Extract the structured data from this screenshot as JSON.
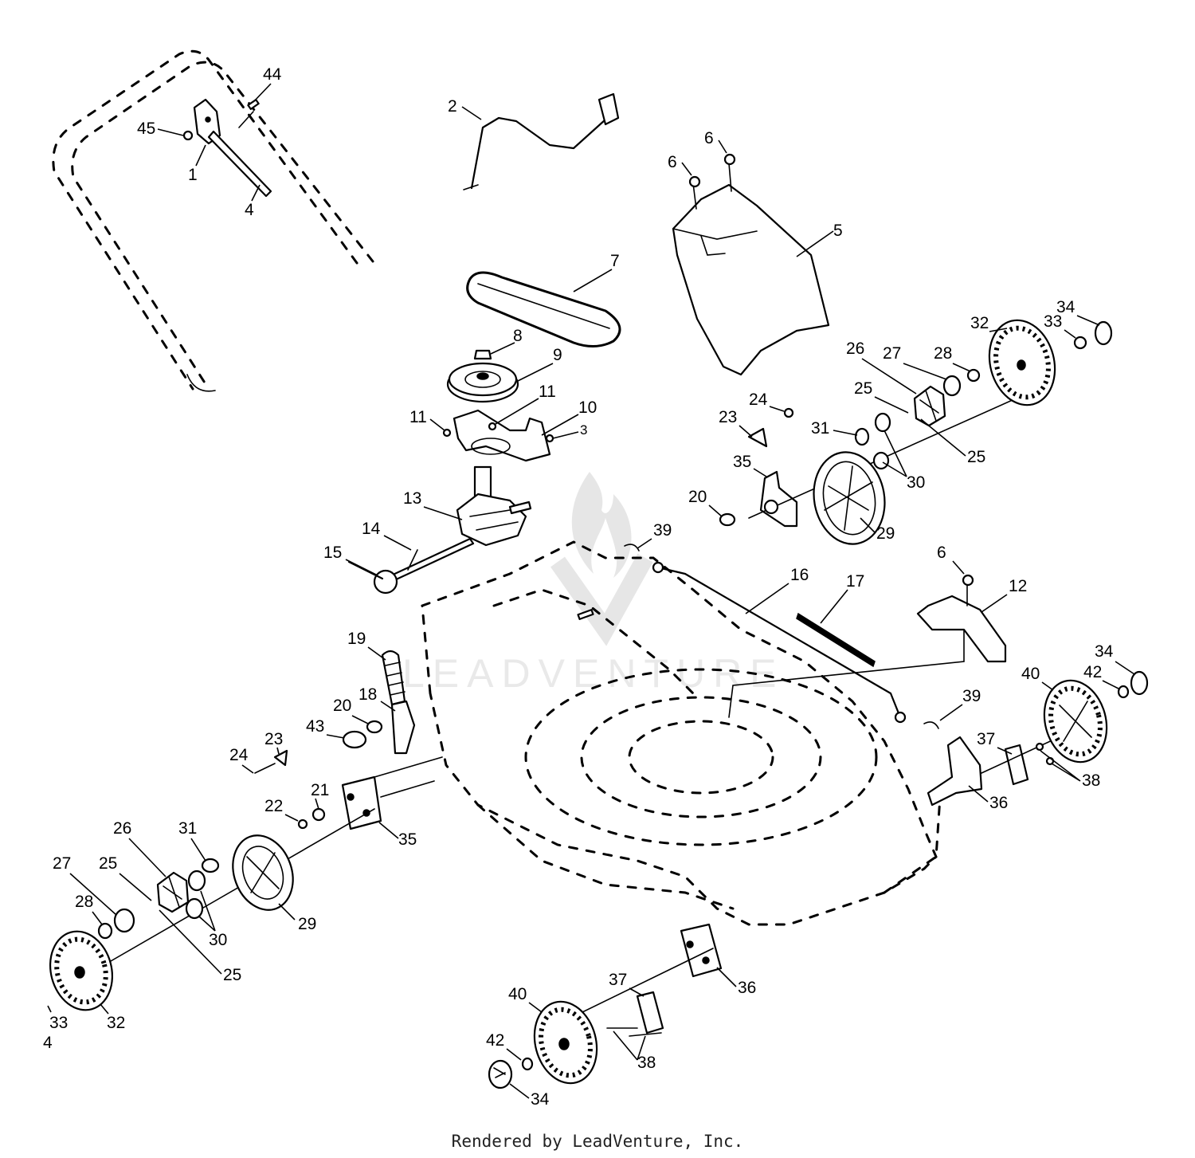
{
  "footer": "Rendered by LeadVenture, Inc.",
  "watermark": "LEADVENTURE",
  "callouts": [
    {
      "label": "44"
    },
    {
      "label": "45"
    },
    {
      "label": "1"
    },
    {
      "label": "4"
    },
    {
      "label": "2"
    },
    {
      "label": "6"
    },
    {
      "label": "6"
    },
    {
      "label": "5"
    },
    {
      "label": "7"
    },
    {
      "label": "8"
    },
    {
      "label": "9"
    },
    {
      "label": "11"
    },
    {
      "label": "11"
    },
    {
      "label": "10"
    },
    {
      "label": "3"
    },
    {
      "label": "13"
    },
    {
      "label": "14"
    },
    {
      "label": "15"
    },
    {
      "label": "34"
    },
    {
      "label": "33"
    },
    {
      "label": "32"
    },
    {
      "label": "26"
    },
    {
      "label": "27"
    },
    {
      "label": "28"
    },
    {
      "label": "24"
    },
    {
      "label": "23"
    },
    {
      "label": "25"
    },
    {
      "label": "31"
    },
    {
      "label": "25"
    },
    {
      "label": "35"
    },
    {
      "label": "30"
    },
    {
      "label": "20"
    },
    {
      "label": "29"
    },
    {
      "label": "39"
    },
    {
      "label": "6"
    },
    {
      "label": "16"
    },
    {
      "label": "17"
    },
    {
      "label": "12"
    },
    {
      "label": "19"
    },
    {
      "label": "18"
    },
    {
      "label": "20"
    },
    {
      "label": "43"
    },
    {
      "label": "23"
    },
    {
      "label": "24"
    },
    {
      "label": "21"
    },
    {
      "label": "22"
    },
    {
      "label": "35"
    },
    {
      "label": "39"
    },
    {
      "label": "40"
    },
    {
      "label": "42"
    },
    {
      "label": "34"
    },
    {
      "label": "37"
    },
    {
      "label": "38"
    },
    {
      "label": "36"
    },
    {
      "label": "26"
    },
    {
      "label": "31"
    },
    {
      "label": "27"
    },
    {
      "label": "25"
    },
    {
      "label": "28"
    },
    {
      "label": "30"
    },
    {
      "label": "29"
    },
    {
      "label": "25"
    },
    {
      "label": "33"
    },
    {
      "label": "32"
    },
    {
      "label": "4"
    },
    {
      "label": "37"
    },
    {
      "label": "36"
    },
    {
      "label": "40"
    },
    {
      "label": "42"
    },
    {
      "label": "38"
    },
    {
      "label": "34"
    }
  ]
}
